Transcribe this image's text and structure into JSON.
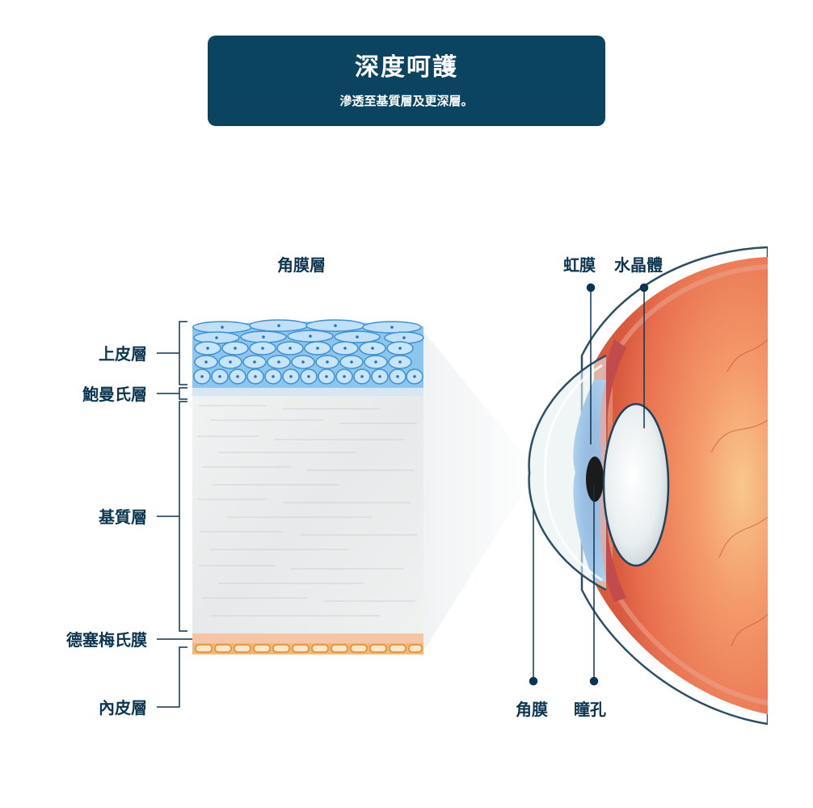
{
  "header": {
    "title": "深度呵護",
    "subtitle": "滲透至基質層及更深層。"
  },
  "cornea_section": {
    "title": "角膜層",
    "layers": [
      "上皮層",
      "鮑曼氏層",
      "基質層",
      "德塞梅氏膜",
      "內皮層"
    ]
  },
  "eye": {
    "labels": {
      "iris": "虹膜",
      "lens": "水晶體",
      "cornea": "角膜",
      "pupil": "瞳孔"
    }
  },
  "colors": {
    "header_bg": "#0b4460",
    "text": "#0b3550",
    "epithelium": "#5aa7e3",
    "endothelium": "#e89a3a",
    "eye_red": "#e8704f",
    "iris_blue": "#2f7fd6"
  }
}
